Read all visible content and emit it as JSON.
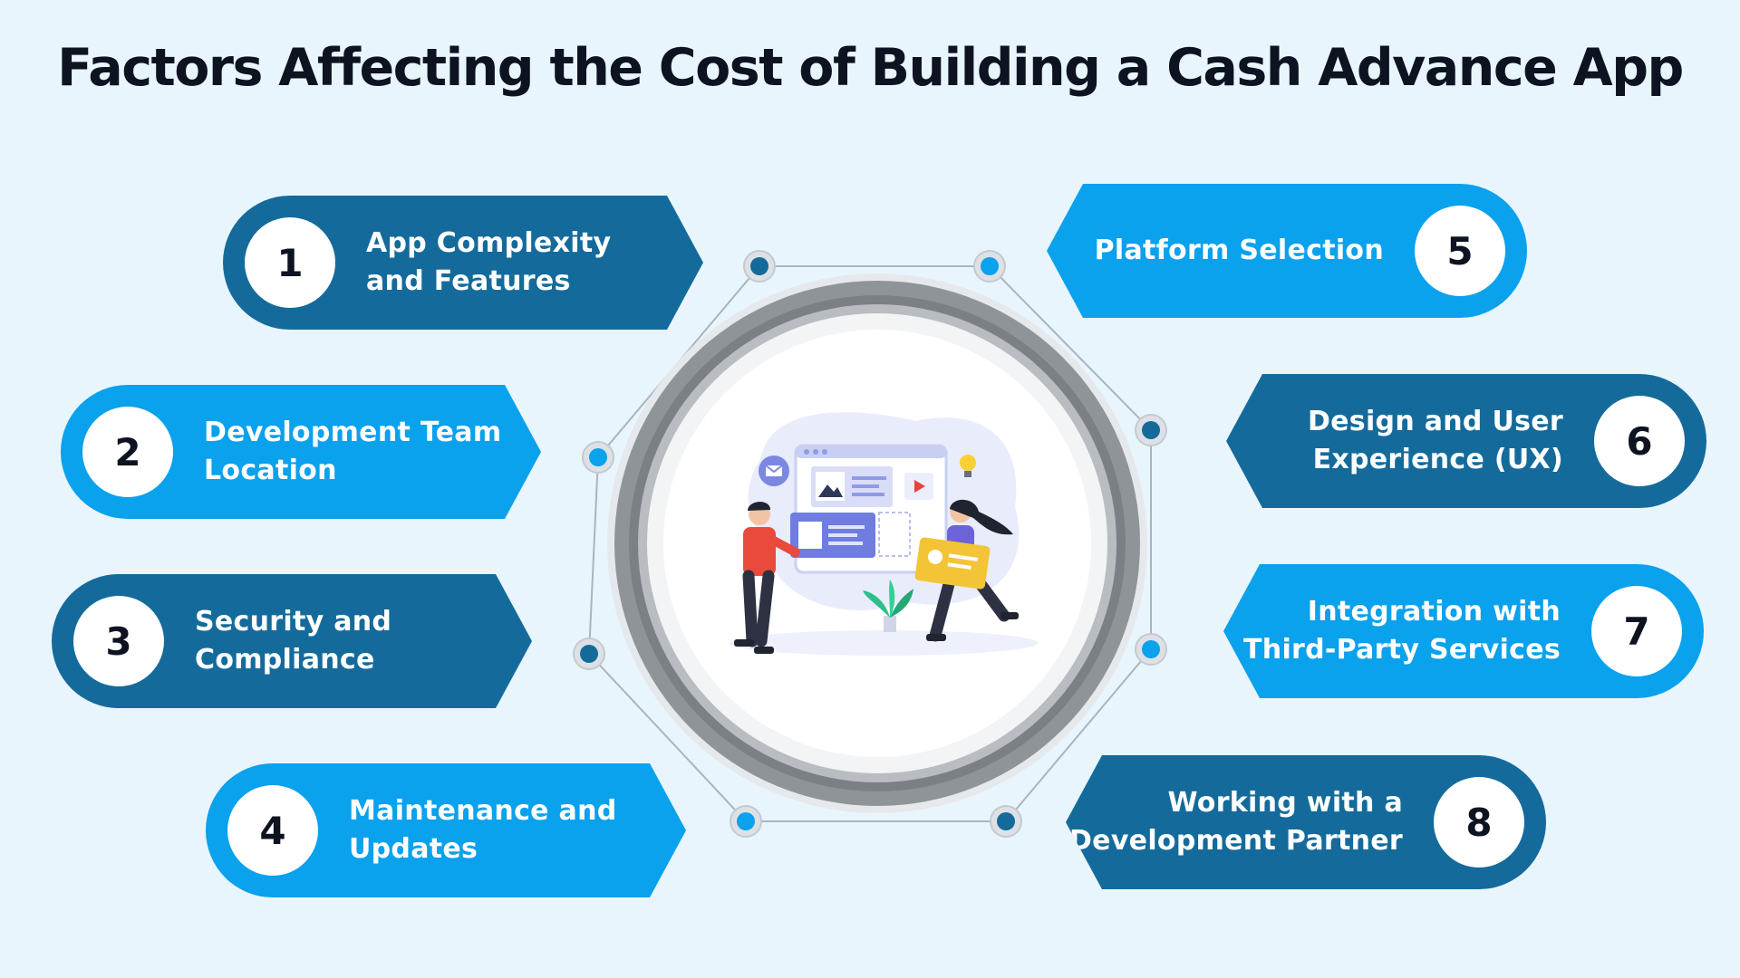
{
  "title": "Factors Affecting the Cost of Building a Cash Advance App",
  "factors": [
    {
      "number": "1",
      "label": "App Complexity\nand Features"
    },
    {
      "number": "2",
      "label": "Development Team\nLocation"
    },
    {
      "number": "3",
      "label": "Security and\nCompliance"
    },
    {
      "number": "4",
      "label": "Maintenance and\nUpdates"
    },
    {
      "number": "5",
      "label": "Platform Selection"
    },
    {
      "number": "6",
      "label": "Design and User\nExperience (UX)"
    },
    {
      "number": "7",
      "label": "Integration with\nThird-Party Services"
    },
    {
      "number": "8",
      "label": "Working with a\nDevelopment Partner"
    }
  ],
  "colors": {
    "background": "#e9f5fd",
    "dark_blue": "#146b9b",
    "light_blue": "#0aa1ed",
    "title": "#0d1320"
  },
  "center_image": "app-development-team-illustration"
}
